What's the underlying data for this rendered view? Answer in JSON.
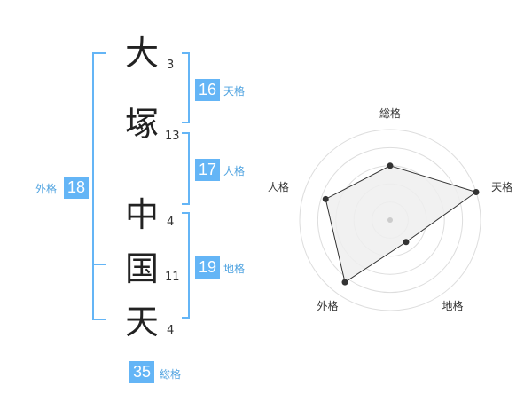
{
  "name": {
    "characters": [
      {
        "char": "大",
        "strokes": "3"
      },
      {
        "char": "塚",
        "strokes": "13"
      },
      {
        "char": "中",
        "strokes": "4"
      },
      {
        "char": "国",
        "strokes": "11"
      },
      {
        "char": "天",
        "strokes": "4"
      }
    ]
  },
  "fortunes": {
    "tenkaku": {
      "value": "16",
      "label": "天格"
    },
    "jinkaku": {
      "value": "17",
      "label": "人格"
    },
    "chikaku": {
      "value": "19",
      "label": "地格"
    },
    "gaikaku": {
      "value": "18",
      "label": "外格"
    },
    "soukaku": {
      "value": "35",
      "label": "総格"
    }
  },
  "colors": {
    "accent": "#64b5f6",
    "bracket": "#64b5f6",
    "radar_fill": "#eeeeee",
    "radar_line": "#333333"
  },
  "chart_data": {
    "type": "radar",
    "axes": [
      "総格",
      "天格",
      "地格",
      "外格",
      "人格"
    ],
    "values": [
      0.6,
      1.0,
      0.3,
      0.85,
      0.75
    ],
    "rings": 5
  }
}
